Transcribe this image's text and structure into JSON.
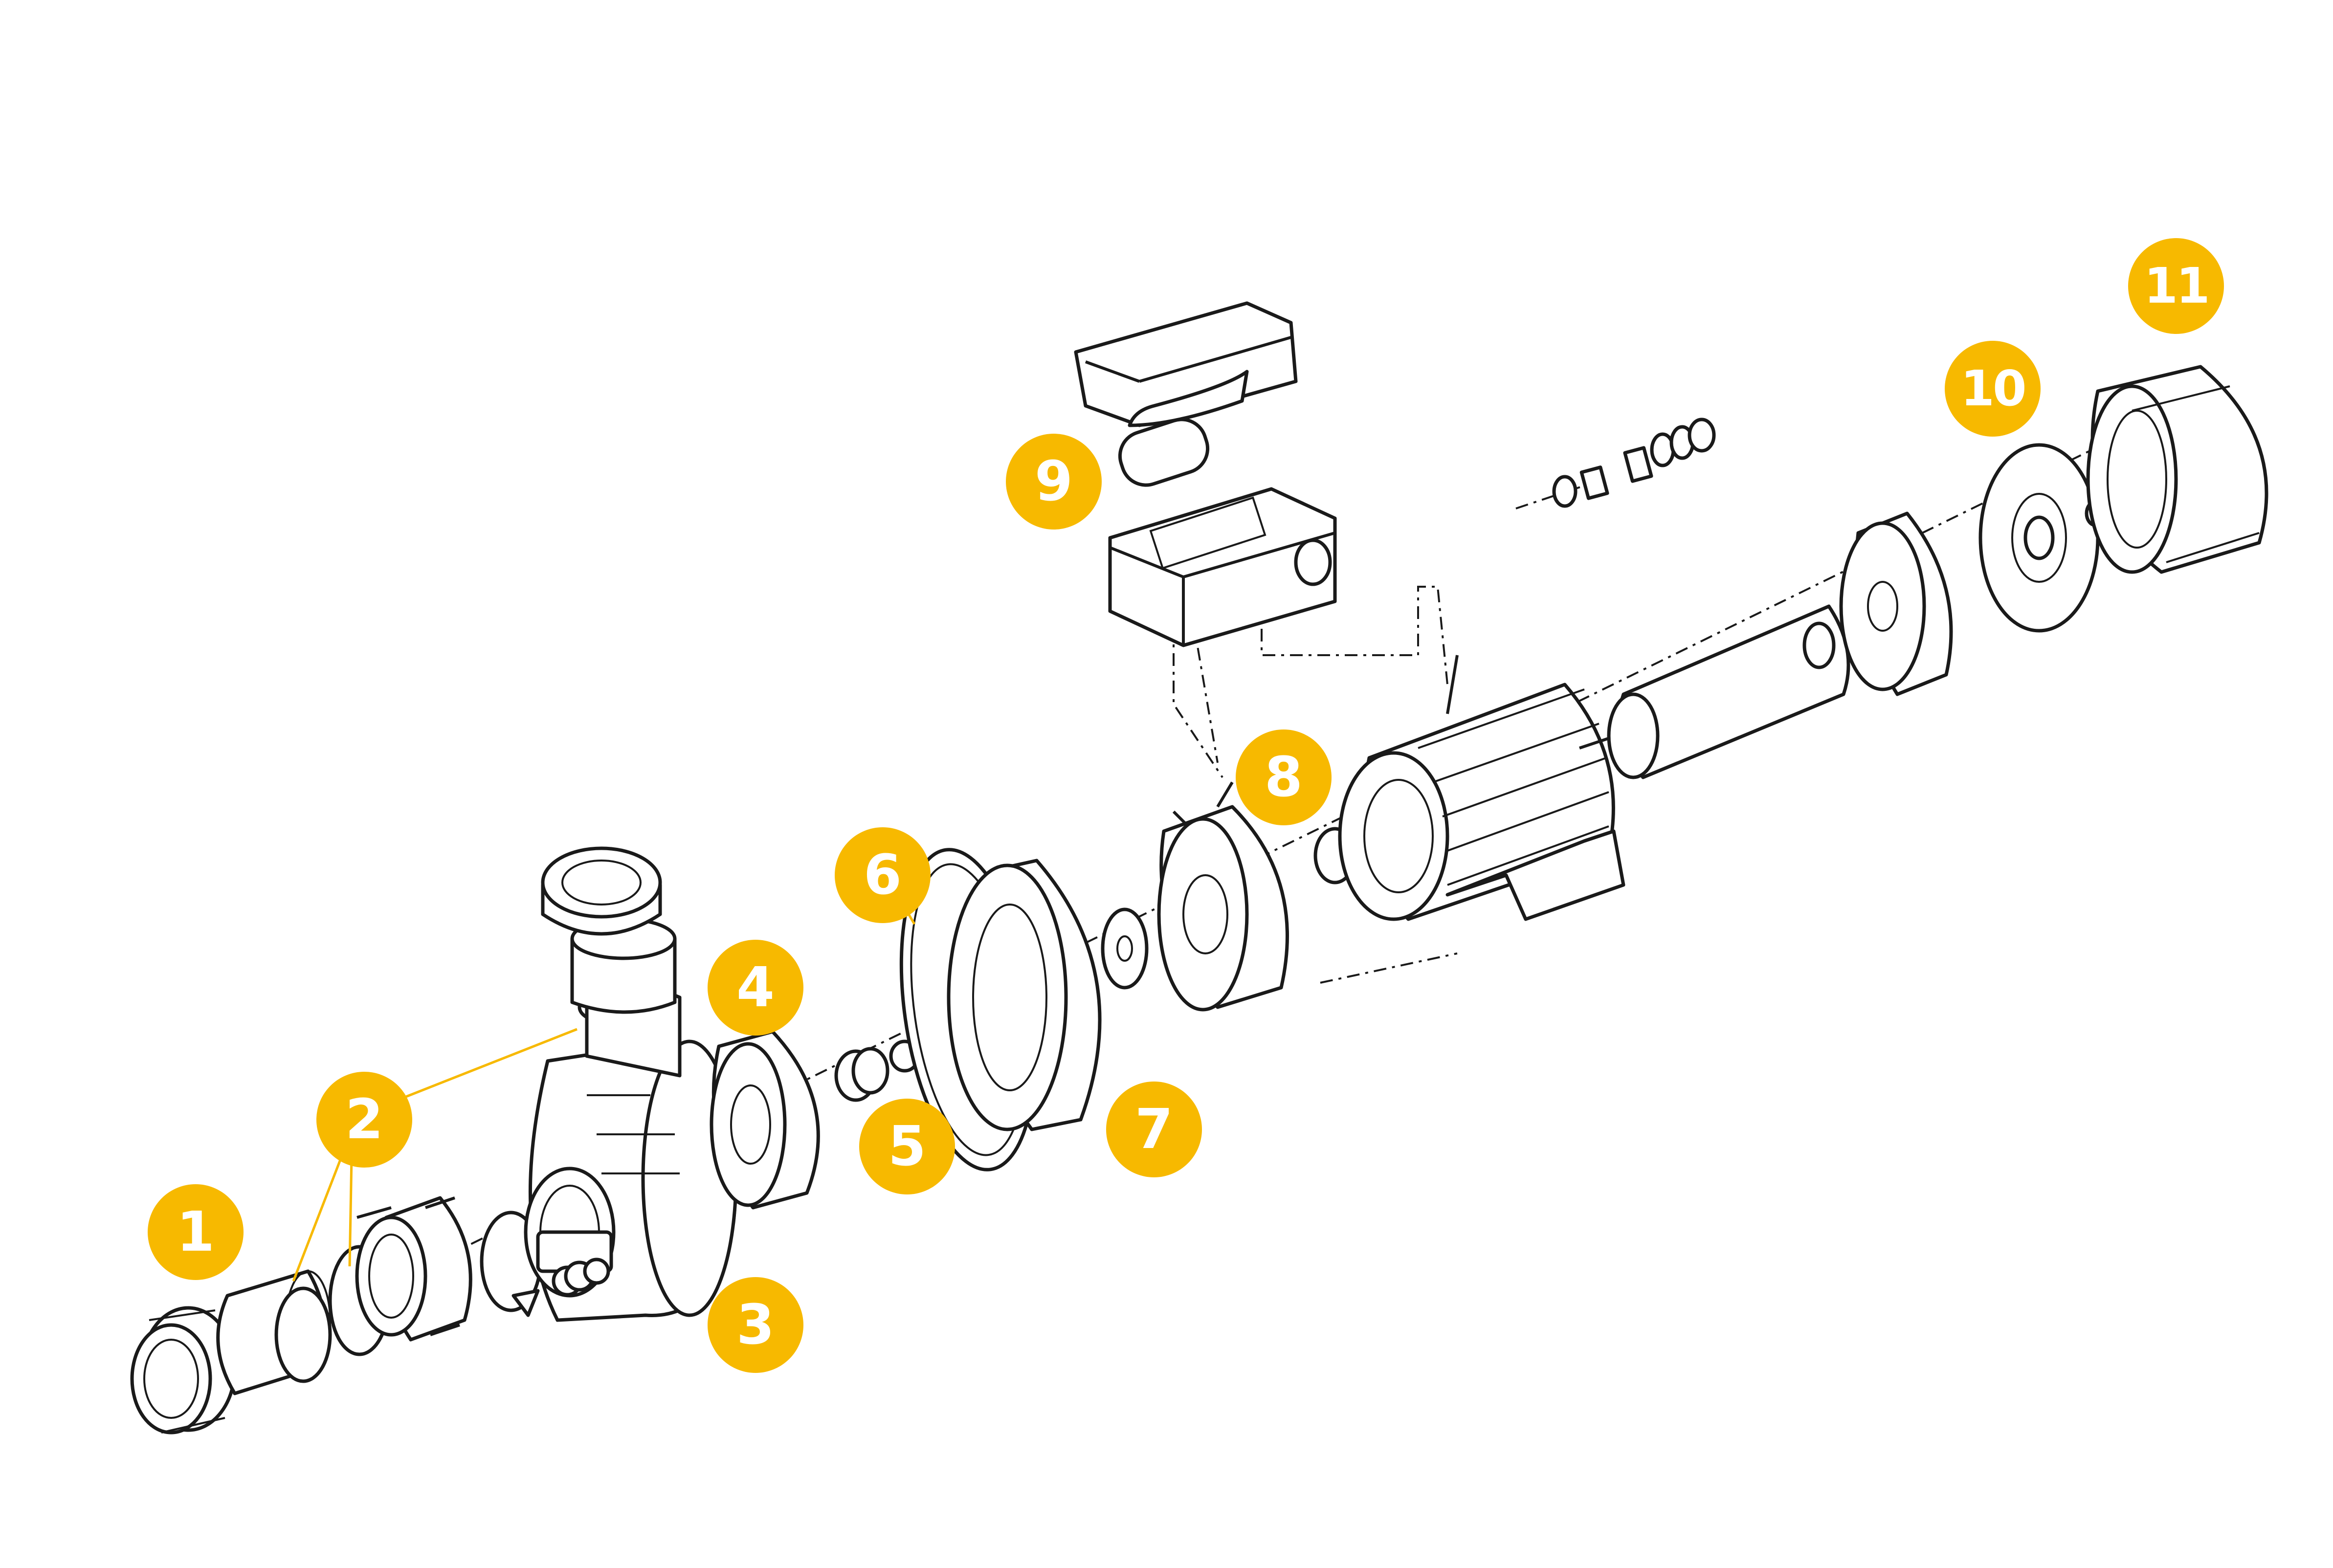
{
  "diagram": {
    "accent_color": "#f7b900",
    "line_color": "#1a1a1a",
    "badges": [
      {
        "id": "1",
        "label": "1"
      },
      {
        "id": "2",
        "label": "2"
      },
      {
        "id": "3",
        "label": "3"
      },
      {
        "id": "4",
        "label": "4"
      },
      {
        "id": "5",
        "label": "5"
      },
      {
        "id": "6",
        "label": "6"
      },
      {
        "id": "7",
        "label": "7"
      },
      {
        "id": "8",
        "label": "8"
      },
      {
        "id": "9",
        "label": "9"
      },
      {
        "id": "10",
        "label": "10"
      },
      {
        "id": "11",
        "label": "11"
      }
    ]
  }
}
